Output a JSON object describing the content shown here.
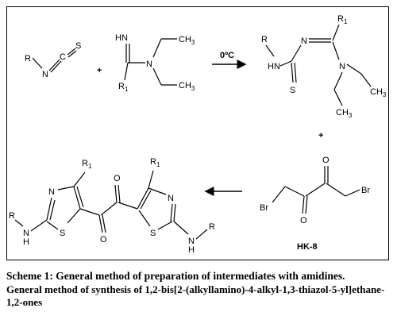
{
  "scheme": {
    "reactant1": {
      "r_label": "R",
      "n_label": "N",
      "c_label": "C",
      "s_label": "S"
    },
    "plus1": "+",
    "amidine": {
      "hn_label": "HN",
      "r1_label": "R",
      "r1_sub": "1",
      "n_label": "N",
      "ch3_top": "CH",
      "ch3_bottom": "CH",
      "sub3": "3"
    },
    "condition": "0ºC",
    "product1": {
      "r_label": "R",
      "hn_label": "HN",
      "n_label": "N",
      "r1_label": "R",
      "r1_sub": "1",
      "n2_label": "N",
      "s_label": "S",
      "ch3_right": "CH",
      "ch3_bottom": "CH",
      "sub3": "3"
    },
    "plus2": "+",
    "reagent": {
      "br_left": "Br",
      "br_right": "Br",
      "o_top": "O",
      "o_bottom": "O",
      "name": "HK-8"
    },
    "final": {
      "r_left": "R",
      "nh_left": "N",
      "h_left": "H",
      "n_left": "N",
      "s_left": "S",
      "r1_left": "R",
      "r1_left_sub": "1",
      "o_top": "O",
      "o_bottom": "O",
      "r1_right": "R",
      "r1_right_sub": "1",
      "n_right": "N",
      "s_right": "S",
      "nh_right": "N",
      "h_right": "H",
      "r_right": "R"
    }
  },
  "caption": {
    "line1": "Scheme 1: General method of preparation of intermediates with amidines.",
    "line2": "General method of synthesis of 1,2-bis[2-(alkyllamino)-4-alkyl-1,3-thiazol-5-yl]ethane-1,2-ones"
  }
}
